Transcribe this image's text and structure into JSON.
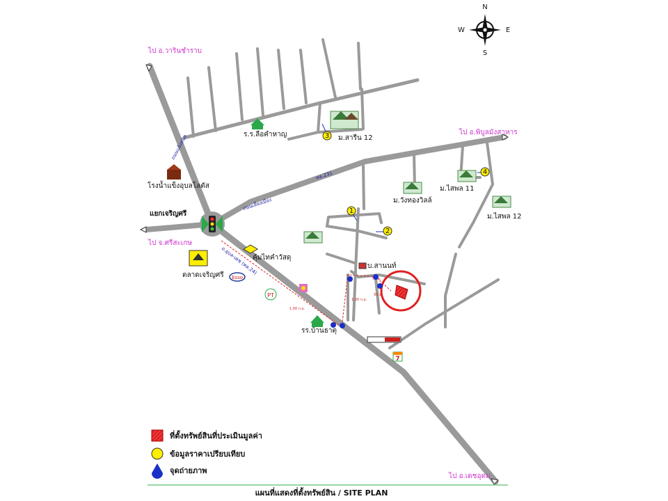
{
  "compass": {
    "n": "N",
    "s": "S",
    "e": "E",
    "w": "W"
  },
  "destinations": {
    "warin": "ไป อ.วารินชำราบ",
    "phibun": "ไป อ.พิบูลมังสาหาร",
    "sisaket": "ไป จ.ศรีสะเกษ",
    "detudom": "ไป อ.เดชอุดม"
  },
  "places": {
    "jaroensri_junction": "แยกเจริญศรี",
    "jaroensri_market": "ตลาดเจริญศรี",
    "ice_factory": "โรงน้ำแข็งอุบลโลตัส",
    "school_top": "ร.ร.ลือคำหาญ",
    "school_bottom": "รร.บ้านธาตุ",
    "saran12": "ม.สารีน 12",
    "wangthong": "ม.วังทองวิลล์",
    "saipol11": "ม.ไสพล 11",
    "saipol12": "ม.ไสพล 12",
    "sanon_house": "บ.สานนท์",
    "thaikhamwasu": "คุ้มไทคำวัสดุ"
  },
  "roads": {
    "road231": "ทล.231",
    "jaeng_sanit": "ถนนแจ้งสนิท",
    "liang_muang": "ถนนเลี่ยงเมือง",
    "ubon_det": "ถ.อุบล-เดช (ทล.24)"
  },
  "logos": {
    "esso": "Esso",
    "seven": "7",
    "pt": "PT",
    "shell": "Shell"
  },
  "comparables": [
    "1",
    "2",
    "3",
    "4"
  ],
  "distances": {
    "d1": "1.00 ก.ม.",
    "d2": "1.00 ก.ม.",
    "d3": "50 ม.",
    "d4": "50 ม."
  },
  "legend": {
    "subject": "ที่ตั้งทรัพย์สินที่ประเมินมูลค่า",
    "comparable": "ข้อมูลราคาเปรียบเทียบ",
    "photo": "จุดถ่ายภาพ"
  },
  "footer": {
    "title": "แผนที่แสดงที่ตั้งทรัพย์สิน / SITE PLAN"
  },
  "colors": {
    "road": "#9a9a9a",
    "magenta": "#cc33cc",
    "subject_circle": "#e02020",
    "photo_point": "#1a30c8",
    "comparable_marker": "#ffee00",
    "footer_line": "#77cc88"
  }
}
